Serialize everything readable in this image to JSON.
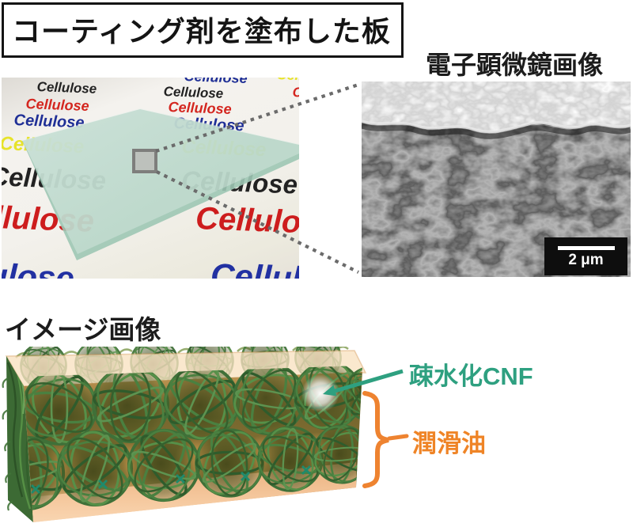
{
  "title": "コーティング剤を塗布した板",
  "sem": {
    "label": "電子顕微鏡画像",
    "scale_bar_label": "2 μm"
  },
  "photo": {
    "word": "Cellulose",
    "row_colors": {
      "black": "#222222",
      "red": "#d4261f",
      "blue": "#1f2f96",
      "yellow": "#e7e32a",
      "red_large": "#cd1d1d",
      "blue_large": "#2231a2"
    }
  },
  "illustration": {
    "label": "イメージ画像",
    "cnf_label": "疎水化CNF",
    "oil_label": "潤滑油",
    "cnf_color": "#2ea080",
    "oil_color": "#ef8426"
  },
  "connector_color": "#6b6b6b"
}
